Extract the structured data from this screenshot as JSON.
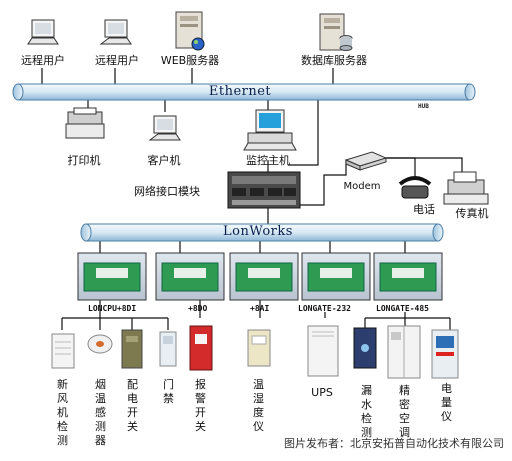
{
  "top_devices": {
    "remote_user_1": "远程用户",
    "remote_user_2": "远程用户",
    "web_server": "WEB服务器",
    "db_server": "数据库服务器"
  },
  "ethernet": {
    "label": "Ethernet",
    "hub_label": "HUB"
  },
  "ethernet_devices": {
    "printer": "打印机",
    "client": "客户机",
    "monitor_host": "监控主机"
  },
  "gateway": {
    "network_module": "网络接口模块",
    "modem": "Modem",
    "phone": "电话",
    "fax": "传真机"
  },
  "lonworks": {
    "label": "LonWorks"
  },
  "modules": [
    "LONCPU+8DI",
    "+8DO",
    "+8AI",
    "LONGATE-232",
    "LONGATE-485"
  ],
  "field_devices": [
    "新风机检测",
    "烟温感测器",
    "配电开关",
    "门禁",
    "报警开关",
    "温湿度仪",
    "UPS",
    "漏水检测",
    "精密空调",
    "电量仪"
  ],
  "watermark": "图片发布者：北京安拓普自动化技术有限公司",
  "colors": {
    "bus_light": "#eef6fb",
    "bus_dark": "#8fb7d6",
    "module_green": "#2f9b52",
    "line": "#111111"
  }
}
